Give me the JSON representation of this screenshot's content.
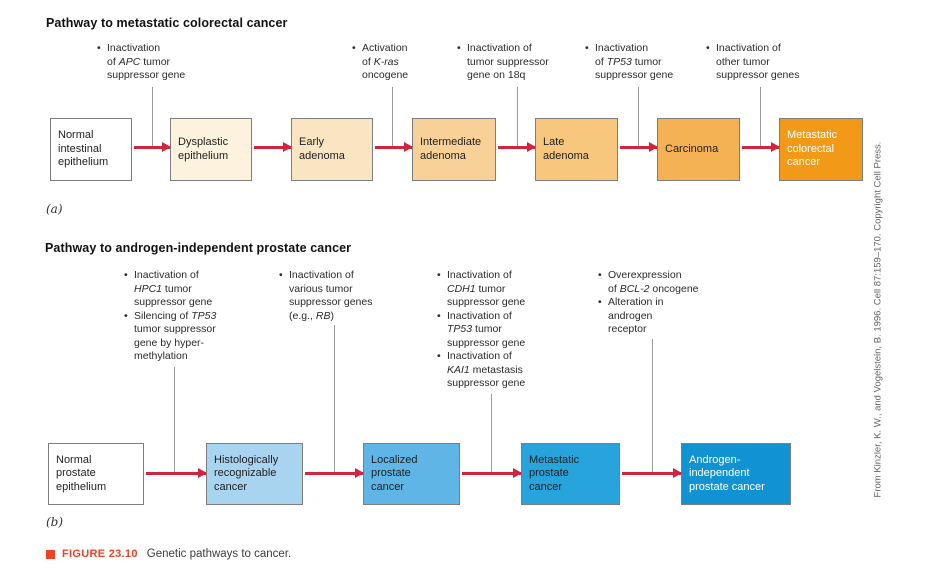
{
  "chars": {
    "bullet": "•"
  },
  "colors": {
    "arrow_red": "#d2233f",
    "leader_gray": "#999999",
    "box_border_gray": "#7d7d7d",
    "caption_red": "#ee4125"
  },
  "figure": {
    "panel_a_label": "(a)",
    "panel_b_label": "(b)",
    "caption_label": "FIGURE 23.10",
    "caption_text": "Genetic pathways to cancer.",
    "citation": "From Kinzler, K. W., and Vogelstein, B. 1996. Cell 87:159–170. Copyright Cell Press."
  },
  "pathway_a": {
    "title": "Pathway to metastatic colorectal cancer",
    "annotations": [
      {
        "bullets": [
          "Inactivation\nof *APC* tumor\nsuppressor gene"
        ]
      },
      {
        "bullets": [
          "Activation\nof *K-ras*\noncogene"
        ]
      },
      {
        "bullets": [
          "Inactivation of\ntumor suppressor\ngene on 18q"
        ]
      },
      {
        "bullets": [
          "Inactivation\nof *TP53* tumor\nsuppressor gene"
        ]
      },
      {
        "bullets": [
          "Inactivation of\nother tumor\nsuppressor genes"
        ]
      }
    ],
    "boxes": [
      {
        "label": "Normal\nintestinal\nepithelium",
        "bg": "#ffffff",
        "fg": "#1f1f1f"
      },
      {
        "label": "Dysplastic\nepithelium",
        "bg": "#fcf2dd",
        "fg": "#1f1f1f"
      },
      {
        "label": "Early\nadenoma",
        "bg": "#fae5c2",
        "fg": "#1f1f1f"
      },
      {
        "label": "Intermediate\nadenoma",
        "bg": "#f8d199",
        "fg": "#1f1f1f"
      },
      {
        "label": "Late\nadenoma",
        "bg": "#f7c77e",
        "fg": "#1f1f1f"
      },
      {
        "label": "Carcinoma",
        "bg": "#f4b254",
        "fg": "#1f1f1f"
      },
      {
        "label": "Metastatic\ncolorectal\ncancer",
        "bg": "#f29a18",
        "fg": "#ffffff"
      }
    ]
  },
  "pathway_b": {
    "title": "Pathway to androgen-independent prostate cancer",
    "annotations": [
      {
        "bullets": [
          "Inactivation of\n*HPC1* tumor\nsuppressor gene",
          "Silencing of *TP53*\ntumor suppressor\ngene by hyper-\nmethylation"
        ]
      },
      {
        "bullets": [
          "Inactivation of\nvarious tumor\nsuppressor genes\n(e.g., *RB*)"
        ]
      },
      {
        "bullets": [
          "Inactivation of\n*CDH1* tumor\nsuppressor gene",
          "Inactivation of\n*TP53* tumor\nsuppressor gene",
          "Inactivation of\n*KAI1* metastasis\nsuppressor gene"
        ]
      },
      {
        "bullets": [
          "Overexpression\nof *BCL-2* oncogene",
          "Alteration in\nandrogen\nreceptor"
        ]
      }
    ],
    "boxes": [
      {
        "label": "Normal\nprostate\nepithelium",
        "bg": "#ffffff",
        "fg": "#1f1f1f"
      },
      {
        "label": "Histologically\nrecognizable\ncancer",
        "bg": "#a9d4ef",
        "fg": "#1f1f1f"
      },
      {
        "label": "Localized\nprostate\ncancer",
        "bg": "#5fb6e6",
        "fg": "#1f1f1f"
      },
      {
        "label": "Metastatic\nprostate\ncancer",
        "bg": "#28a4dd",
        "fg": "#1f1f1f"
      },
      {
        "label": "Androgen-\nindependent\nprostate cancer",
        "bg": "#1092d3",
        "fg": "#ffffff"
      }
    ]
  }
}
